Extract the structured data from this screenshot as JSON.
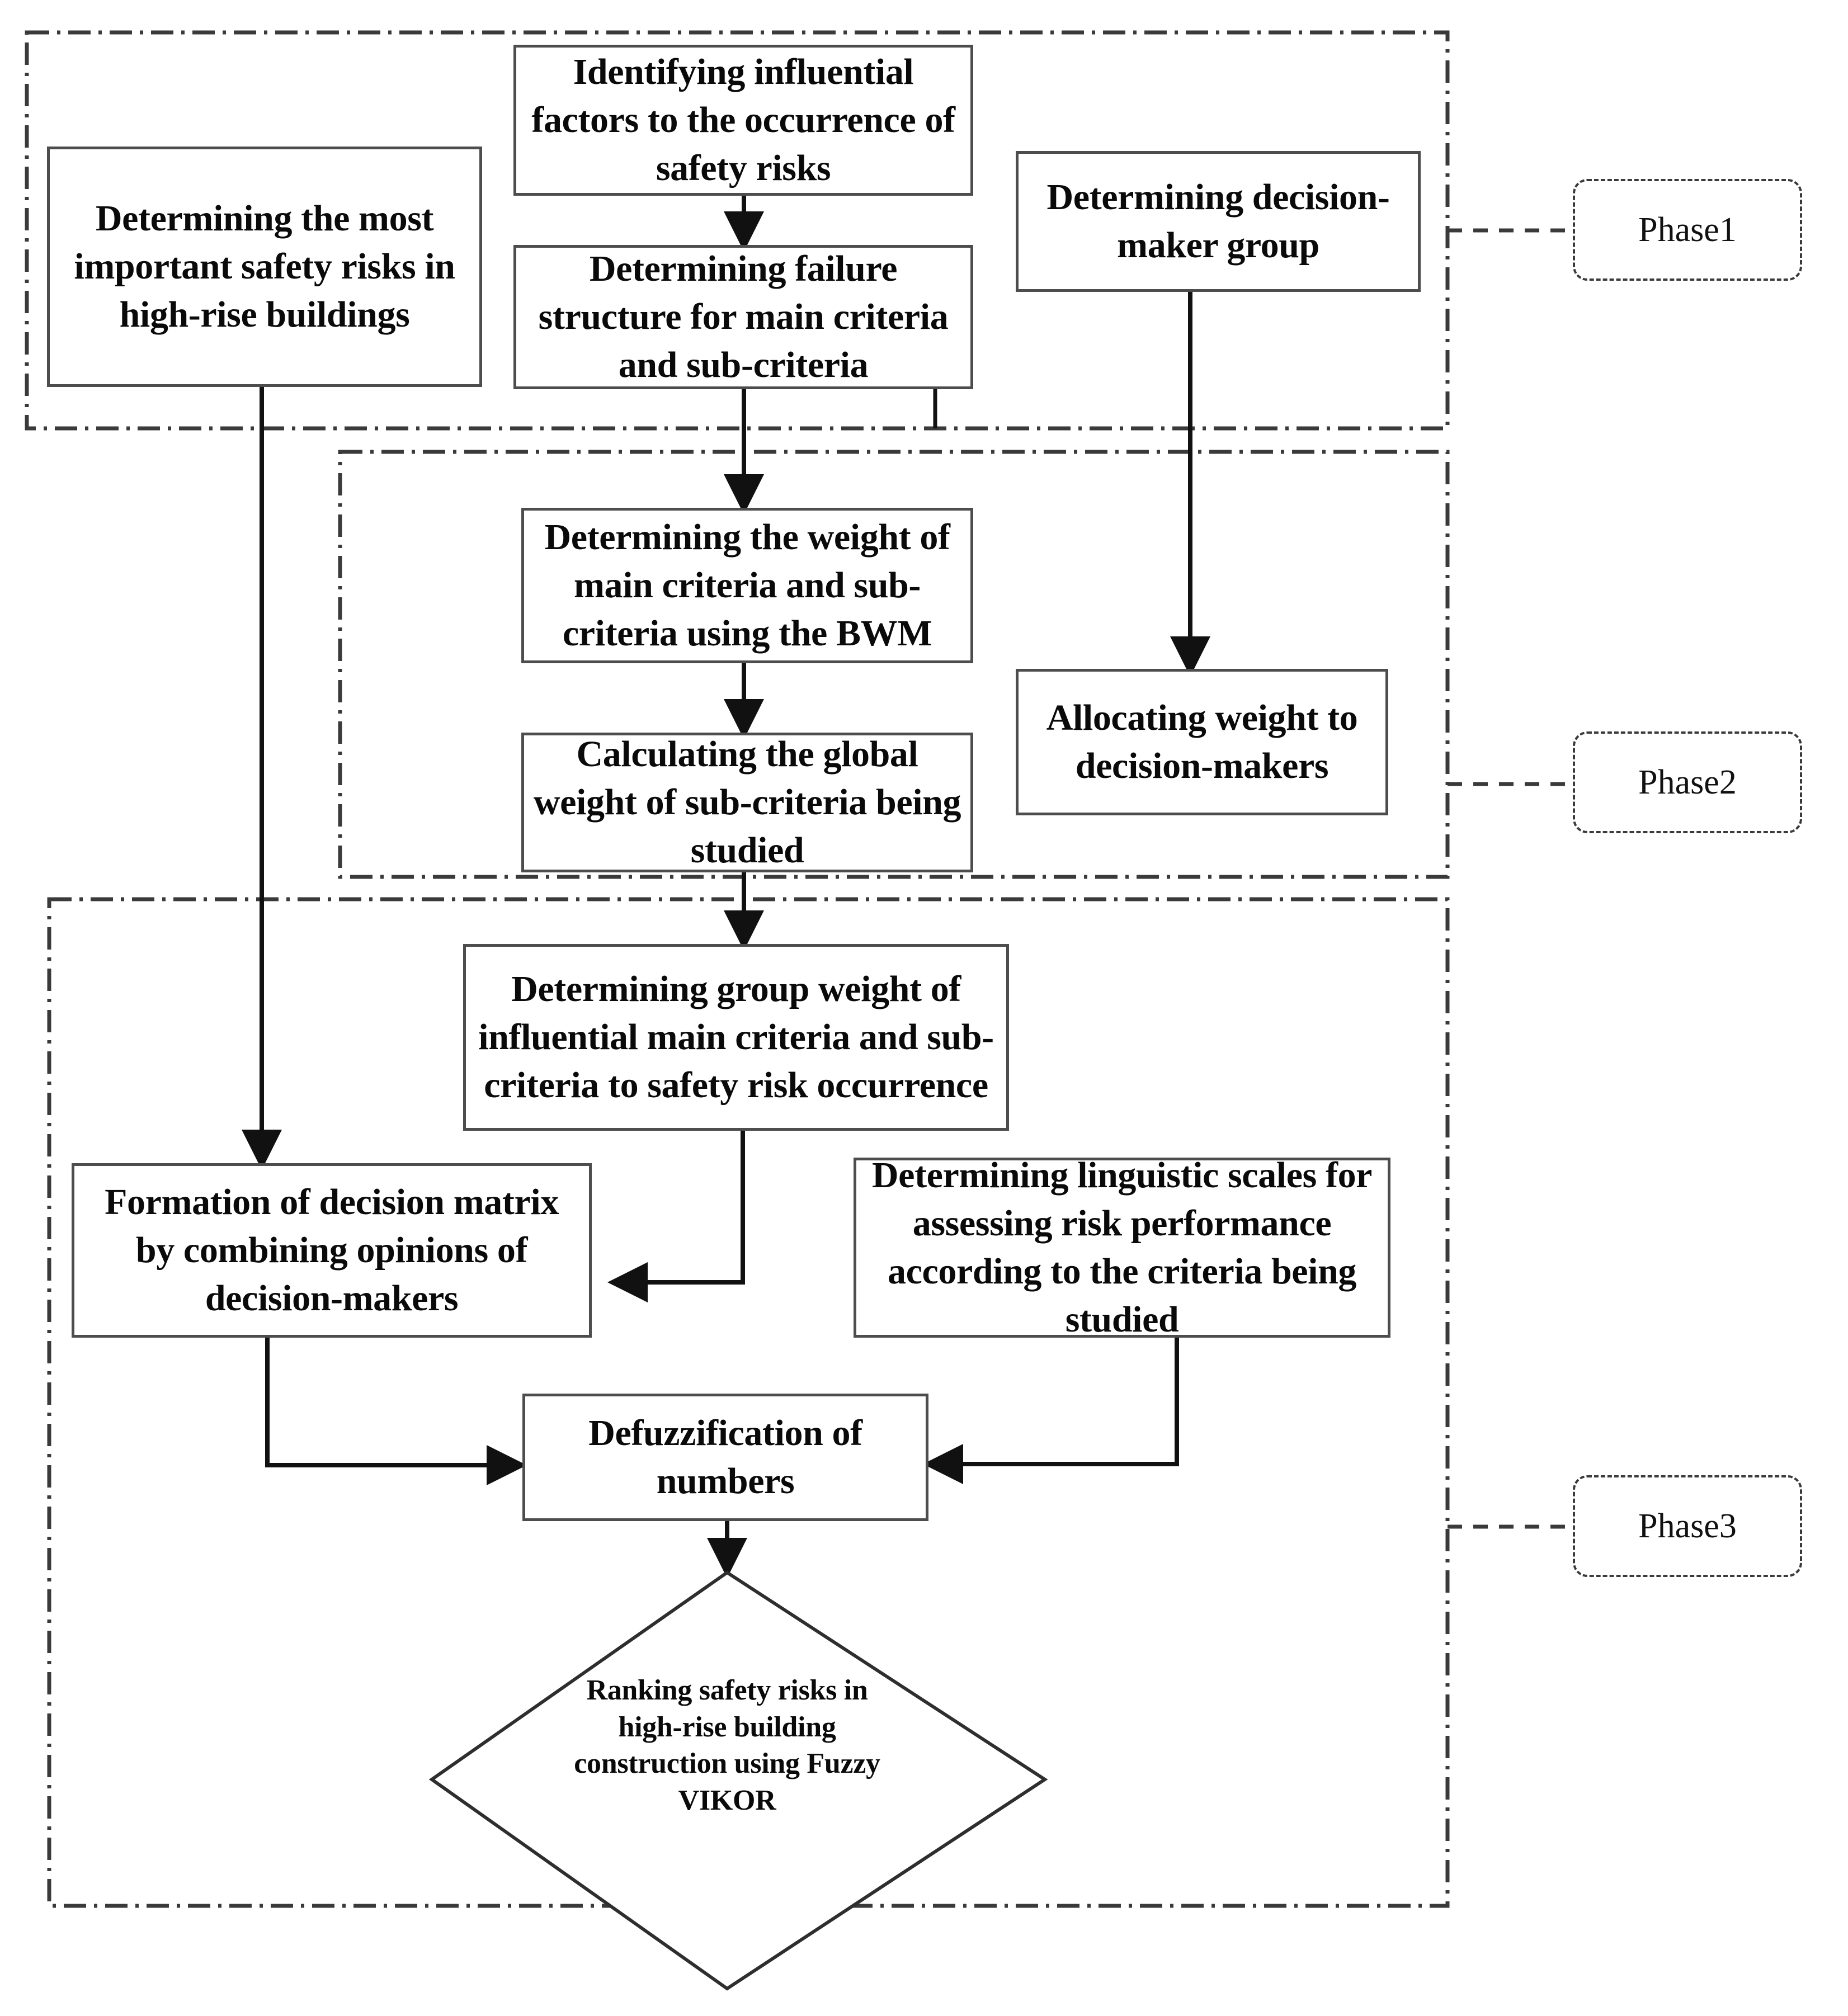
{
  "diagram": {
    "title": "Research methodology framework flowchart",
    "colors": {
      "box_border": "#4d4d4d",
      "connector": "#111111",
      "phase_border": "#3a3a3a",
      "background": "#ffffff",
      "text": "#0a0a0a"
    },
    "phases": [
      {
        "id": "phase1",
        "label": "Phase1"
      },
      {
        "id": "phase2",
        "label": "Phase2"
      },
      {
        "id": "phase3",
        "label": "Phase3"
      }
    ],
    "nodes": [
      {
        "id": "most-important-risks",
        "label": "Determining the most important safety risks in high-rise buildings",
        "shape": "rectangle",
        "phase": "phase1"
      },
      {
        "id": "identify-factors",
        "label": "Identifying influential factors to the occurrence of safety risks",
        "shape": "rectangle",
        "phase": "phase1"
      },
      {
        "id": "failure-structure",
        "label": "Determining failure structure for main criteria and sub-criteria",
        "shape": "rectangle",
        "phase": "phase1"
      },
      {
        "id": "decision-maker-group",
        "label": "Determining decision-maker group",
        "shape": "rectangle",
        "phase": "phase1"
      },
      {
        "id": "weight-bwm",
        "label": "Determining the weight of main criteria and sub-criteria using the BWM",
        "shape": "rectangle",
        "phase": "phase2"
      },
      {
        "id": "global-weight",
        "label": "Calculating the global weight of sub-criteria being studied",
        "shape": "rectangle",
        "phase": "phase2"
      },
      {
        "id": "allocate-weight",
        "label": "Allocating weight to decision-makers",
        "shape": "rectangle",
        "phase": "phase2"
      },
      {
        "id": "group-weight",
        "label": "Determining group weight of influential main criteria and sub-criteria to safety risk occurrence",
        "shape": "rectangle",
        "phase": "phase3"
      },
      {
        "id": "decision-matrix",
        "label": "Formation of decision matrix by combining opinions of decision-makers",
        "shape": "rectangle",
        "phase": "phase3"
      },
      {
        "id": "linguistic-scales",
        "label": "Determining linguistic scales for assessing risk performance according to the criteria being studied",
        "shape": "rectangle",
        "phase": "phase3"
      },
      {
        "id": "defuzzification",
        "label": "Defuzzification of numbers",
        "shape": "rectangle",
        "phase": "phase3"
      },
      {
        "id": "ranking-vikor",
        "label": "Ranking safety risks in high-rise building construction using Fuzzy VIKOR",
        "shape": "diamond",
        "phase": "phase3"
      }
    ],
    "edges": [
      {
        "from": "identify-factors",
        "to": "failure-structure",
        "style": "solid-arrow"
      },
      {
        "from": "failure-structure",
        "to": "weight-bwm",
        "style": "solid-arrow"
      },
      {
        "from": "failure-structure",
        "to": "phase1-boundary",
        "style": "solid-line"
      },
      {
        "from": "weight-bwm",
        "to": "global-weight",
        "style": "solid-arrow"
      },
      {
        "from": "decision-maker-group",
        "to": "allocate-weight",
        "style": "solid-arrow"
      },
      {
        "from": "global-weight",
        "to": "group-weight",
        "style": "solid-arrow"
      },
      {
        "from": "most-important-risks",
        "to": "decision-matrix",
        "style": "solid-arrow"
      },
      {
        "from": "group-weight",
        "to": "decision-matrix",
        "style": "elbow-arrow"
      },
      {
        "from": "decision-matrix",
        "to": "defuzzification",
        "style": "elbow-arrow"
      },
      {
        "from": "linguistic-scales",
        "to": "defuzzification",
        "style": "elbow-arrow"
      },
      {
        "from": "defuzzification",
        "to": "ranking-vikor",
        "style": "solid-arrow"
      }
    ]
  }
}
